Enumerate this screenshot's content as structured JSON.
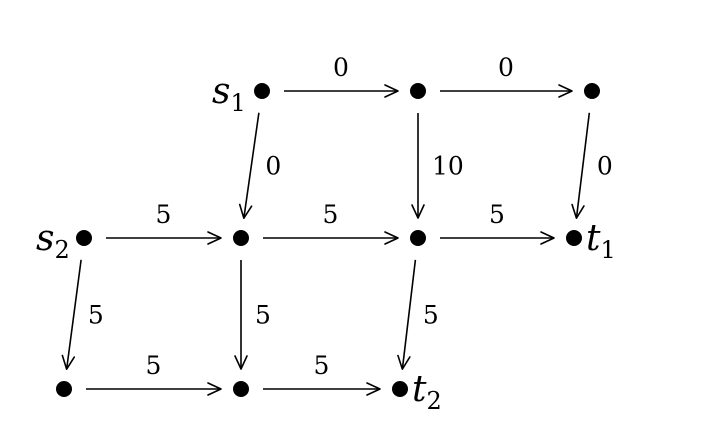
{
  "nodes": [
    {
      "id": "s1",
      "label": "s",
      "sub": "1"
    },
    {
      "id": "a",
      "label": "",
      "sub": ""
    },
    {
      "id": "b",
      "label": "",
      "sub": ""
    },
    {
      "id": "s2",
      "label": "s",
      "sub": "2"
    },
    {
      "id": "c",
      "label": "",
      "sub": ""
    },
    {
      "id": "d",
      "label": "",
      "sub": ""
    },
    {
      "id": "t1",
      "label": "t",
      "sub": "1"
    },
    {
      "id": "e",
      "label": "",
      "sub": ""
    },
    {
      "id": "f",
      "label": "",
      "sub": ""
    },
    {
      "id": "t2",
      "label": "t",
      "sub": "2"
    }
  ],
  "edges": [
    {
      "from": "s1",
      "to": "a",
      "weight": "0"
    },
    {
      "from": "a",
      "to": "b",
      "weight": "0"
    },
    {
      "from": "s1",
      "to": "c",
      "weight": "0"
    },
    {
      "from": "a",
      "to": "d",
      "weight": "10"
    },
    {
      "from": "b",
      "to": "t1",
      "weight": "0"
    },
    {
      "from": "s2",
      "to": "c",
      "weight": "5"
    },
    {
      "from": "c",
      "to": "d",
      "weight": "5"
    },
    {
      "from": "d",
      "to": "t1",
      "weight": "5"
    },
    {
      "from": "s2",
      "to": "e",
      "weight": "5"
    },
    {
      "from": "c",
      "to": "f",
      "weight": "5"
    },
    {
      "from": "d",
      "to": "t2",
      "weight": "5"
    },
    {
      "from": "e",
      "to": "f",
      "weight": "5"
    },
    {
      "from": "f",
      "to": "t2",
      "weight": "5"
    }
  ]
}
